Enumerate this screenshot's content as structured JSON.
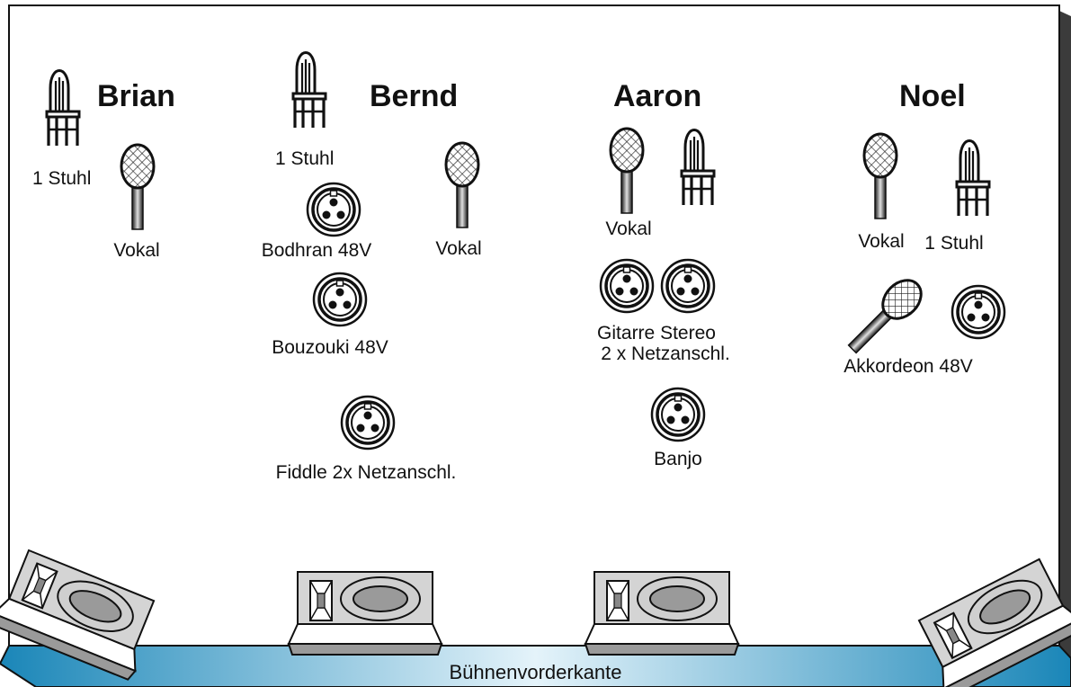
{
  "musicians": [
    {
      "name": "Brian"
    },
    {
      "name": "Bernd"
    },
    {
      "name": "Aaron"
    },
    {
      "name": "Noel"
    }
  ],
  "labels": {
    "brian_chair": "1 Stuhl",
    "brian_vocal": "Vokal",
    "bernd_chair": "1 Stuhl",
    "bernd_bodhran": "Bodhran 48V",
    "bernd_vocal": "Vokal",
    "bernd_bouzouki": "Bouzouki 48V",
    "bernd_fiddle": "Fiddle 2x Netzanschl.",
    "aaron_vocal": "Vokal",
    "aaron_guitar_line1": "Gitarre Stereo",
    "aaron_guitar_line2": "2 x Netzanschl.",
    "aaron_banjo": "Banjo",
    "noel_vocal": "Vokal",
    "noel_chair": "1 Stuhl",
    "noel_accordion": "Akkordeon 48V"
  },
  "stage_front": "Bühnenvorderkante",
  "colors": {
    "stage_front_light": "#dff0f8",
    "stage_front_dark": "#1a86b8",
    "stage_shadow": "#3b3b3b",
    "monitor_face": "#d4d4d4"
  },
  "icons": [
    "chair-icon",
    "microphone-icon",
    "xlr-input-icon",
    "monitor-speaker-icon"
  ]
}
